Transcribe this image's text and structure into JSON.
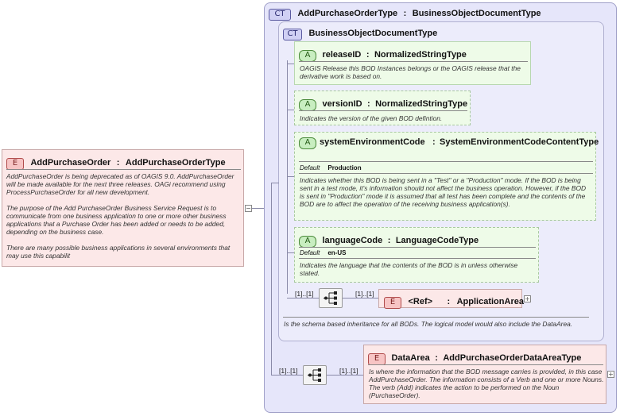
{
  "root_element": {
    "badge": "E",
    "name": "AddPurchaseOrder",
    "sep": ":",
    "type": "AddPurchaseOrderType",
    "doc": "AddPurchaseOrder is being deprecated as of OAGIS 9.0. AddPurchaseOrder will be made available for the next three releases. OAGi recommend using ProcessPurchaseOrder for all new development.\n\nThe purpose of the Add PurchaseOrder Business Service Request is to communicate from one business application to one or more other business applications that a Purchase Order has been added or needs to be added, depending on the business case.\n\nThere are many possible business applications in several environments that may use this capabilit"
  },
  "outer_type": {
    "badge": "CT",
    "name": "AddPurchaseOrderType",
    "sep": ":",
    "base": "BusinessObjectDocumentType"
  },
  "bod_type": {
    "badge": "CT",
    "name": "BusinessObjectDocumentType",
    "doc": "Is the schema based inheritance for all BODs. The logical model would also include the DataArea."
  },
  "attributes": [
    {
      "badge": "A",
      "name": "releaseID",
      "sep": ":",
      "type": "NormalizedStringType",
      "doc": "OAGIS Release this BOD Instances belongs or the OAGIS release that the derivative work is based on."
    },
    {
      "badge": "A",
      "name": "versionID",
      "sep": ":",
      "type": "NormalizedStringType",
      "doc": "Indicates the version of the given BOD defintion."
    },
    {
      "badge": "A",
      "name": "systemEnvironmentCode",
      "sep": ":",
      "type": "SystemEnvironmentCodeContentType",
      "default_label": "Default",
      "default_value": "Production",
      "doc": "Indicates whether this BOD is being sent in a \"Test\" or a \"Production\" mode. If the BOD is being sent in a test mode, it's information should not affect the business operation. However, if the BOD is sent in \"Production\" mode it is assumed that all test has been complete and the contents of the BOD are to affect the operation of the receiving business application(s)."
    },
    {
      "badge": "A",
      "name": "languageCode",
      "sep": ":",
      "type": "LanguageCodeType",
      "default_label": "Default",
      "default_value": "en-US",
      "doc": "Indicates the language that the contents of the BOD is in unless otherwise stated."
    }
  ],
  "app_area": {
    "mult_left": "[1]..[1]",
    "mult_right": "[1]..[1]",
    "badge": "E",
    "ref": "<Ref>",
    "sep": ":",
    "name": "ApplicationArea"
  },
  "data_area": {
    "mult_left": "[1]..[1]",
    "mult_right": "[1]..[1]",
    "badge": "E",
    "name": "DataArea",
    "sep": ":",
    "type": "AddPurchaseOrderDataAreaType",
    "doc": "Is where the information that the BOD message carries is provided, in this case AddPurchaseOrder. The information consists of a Verb and one or more Nouns. The verb (Add) indicates the action to be performed on the Noun (PurchaseOrder)."
  },
  "colors": {
    "element_fill": "#fce8e8",
    "attribute_fill": "#eefbe8",
    "complex_fill": "#e6e6fa"
  }
}
